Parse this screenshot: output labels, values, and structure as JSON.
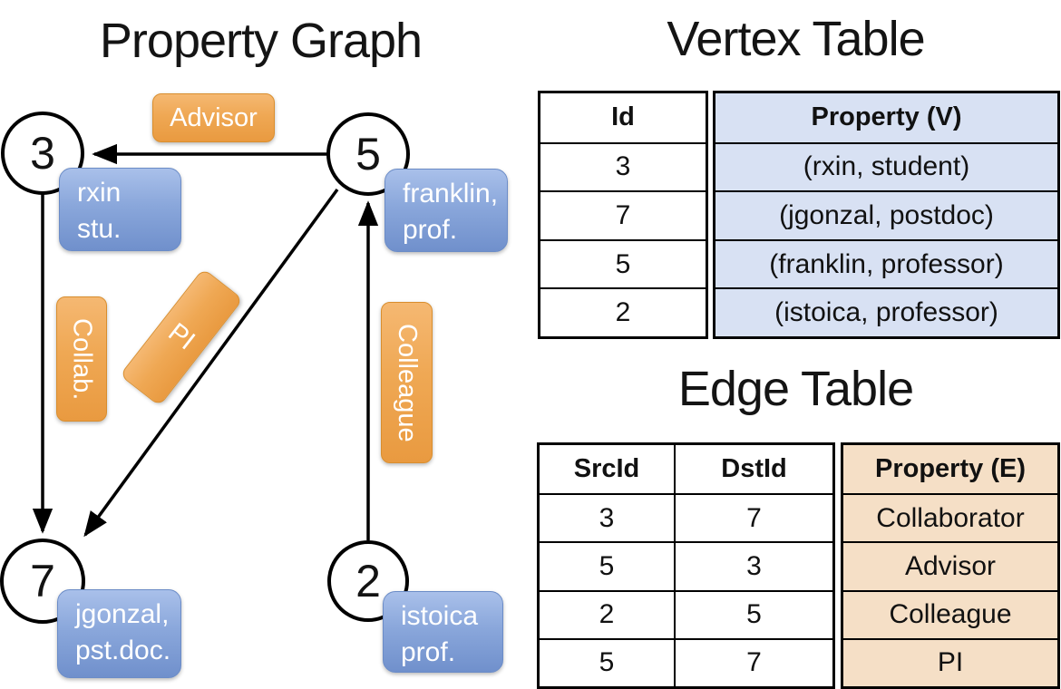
{
  "graph": {
    "title": "Property Graph",
    "nodes": [
      {
        "id": "3",
        "property": "rxin\nstu."
      },
      {
        "id": "5",
        "property": "franklin,\nprof."
      },
      {
        "id": "7",
        "property": "jgonzal,\npst.doc."
      },
      {
        "id": "2",
        "property": "istoica\nprof."
      }
    ],
    "edge_labels": {
      "advisor": "Advisor",
      "collab": "Collab.",
      "pi": "PI",
      "colleague": "Colleague"
    }
  },
  "vertex_table": {
    "title": "Vertex Table",
    "headers": {
      "id": "Id",
      "property": "Property (V)"
    },
    "rows": [
      {
        "id": "3",
        "property": "(rxin, student)"
      },
      {
        "id": "7",
        "property": "(jgonzal, postdoc)"
      },
      {
        "id": "5",
        "property": "(franklin, professor)"
      },
      {
        "id": "2",
        "property": "(istoica, professor)"
      }
    ]
  },
  "edge_table": {
    "title": "Edge Table",
    "headers": {
      "src": "SrcId",
      "dst": "DstId",
      "property": "Property (E)"
    },
    "rows": [
      {
        "src": "3",
        "dst": "7",
        "property": "Collaborator"
      },
      {
        "src": "5",
        "dst": "3",
        "property": "Advisor"
      },
      {
        "src": "2",
        "dst": "5",
        "property": "Colleague"
      },
      {
        "src": "5",
        "dst": "7",
        "property": "PI"
      }
    ]
  },
  "colors": {
    "edge_label_orange": "#EFA854",
    "vertex_label_blue": "#8AA7DB",
    "vertex_property_bg": "#D8E1F3",
    "edge_property_bg": "#F5DFC6"
  }
}
